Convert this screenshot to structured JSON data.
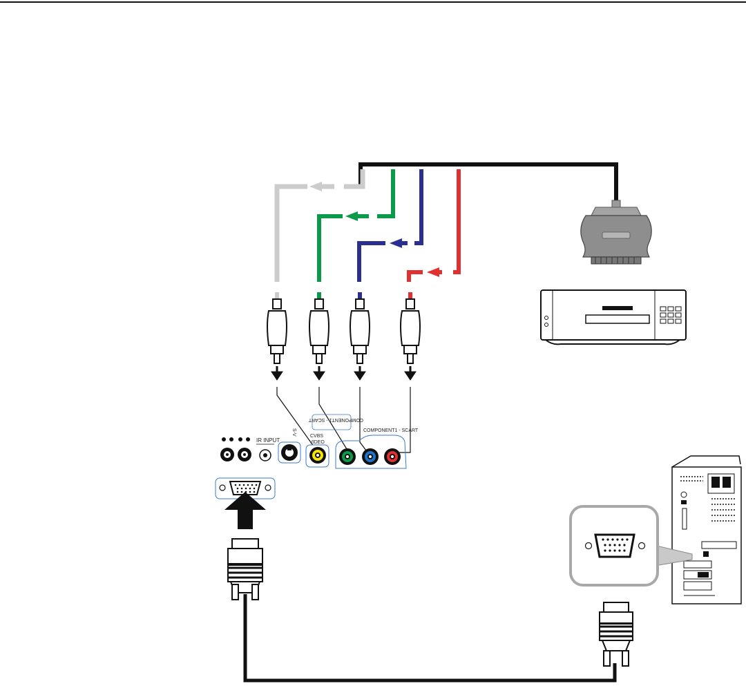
{
  "panel": {
    "video_label": "VIDEO",
    "cvbs_label": "CVBS",
    "svideo_label": "S-V",
    "ir_label": "IR INPUT",
    "component_label": "COMPONENT1 - SCART",
    "component_label_mirrored": "COMPONENT1 - SCART"
  },
  "colors": {
    "cable_black": "#111111",
    "cable_gray": "#cccccc",
    "cable_green": "#0a9a4a",
    "cable_blue": "#2b2f8f",
    "cable_red": "#e03030",
    "connector_gray": "#8e8e8e",
    "jack_yellow": "#f5e400",
    "jack_green": "#0a9a4a",
    "jack_blue": "#1e73c8",
    "jack_red": "#e03030",
    "panel_outline": "#3a7ad0"
  },
  "icons": {
    "scart": "scart-connector-icon",
    "dvd": "dvd-player-icon",
    "pc": "pc-tower-icon",
    "vga": "vga-plug-icon",
    "rca": "rca-plug-icon"
  }
}
